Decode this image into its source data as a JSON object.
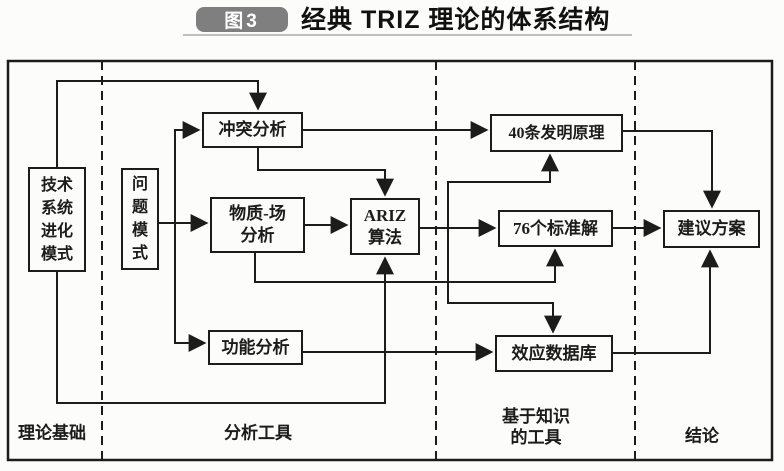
{
  "title": {
    "badge": "图3",
    "text": "经典 TRIZ 理论的体系结构"
  },
  "nodes": {
    "tech_evolution": {
      "label": "技术\n系统\n进化\n模式"
    },
    "problem_model": {
      "label": "问\n题\n模\n式"
    },
    "conflict_analysis": {
      "label": "冲突分析"
    },
    "sufield_analysis": {
      "label": "物质-场\n分析"
    },
    "ariz": {
      "label": "ARIZ\n算法"
    },
    "function_analysis": {
      "label": "功能分析"
    },
    "principles_40": {
      "label": "40条发明原理"
    },
    "standard_76": {
      "label": "76个标准解"
    },
    "effects_db": {
      "label": "效应数据库"
    },
    "solution": {
      "label": "建议方案"
    }
  },
  "zones": {
    "theory_base": "理论基础",
    "analysis_tools": "分析工具",
    "knowledge_tools": "基于知识\n的工具",
    "conclusion": "结论"
  },
  "colors": {
    "line": "#1c1c1c",
    "paper": "#fcfcfa",
    "badge_bg": "#7f7f7f",
    "badge_text": "#ffffff",
    "underline": "#c2c1bd"
  }
}
